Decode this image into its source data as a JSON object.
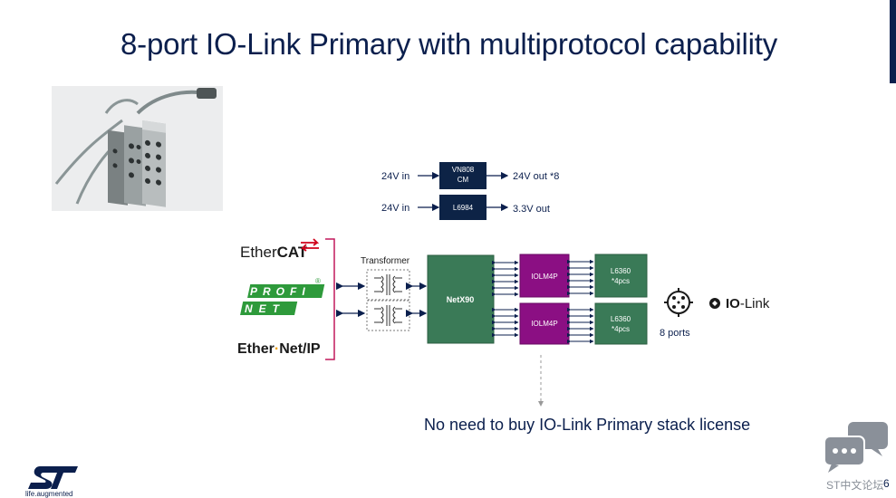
{
  "title": "8-port IO-Link Primary with multiprotocol capability",
  "power": {
    "row1": {
      "input": "24V in",
      "chip": [
        "VN808",
        "CM"
      ],
      "output": "24V out *8"
    },
    "row2": {
      "input": "24V in",
      "chip": "L6984",
      "output": "3.3V out"
    }
  },
  "protocols": {
    "ethercat": {
      "prefix": "Ether",
      "bold": "CAT"
    },
    "profinet": {
      "line1": "PROFI",
      "line2": "NET",
      "mark": "®"
    },
    "ethernetip": {
      "text1": "Ether",
      "text2": "Net/IP"
    }
  },
  "transformer_label": "Transformer",
  "main_chip": "NetX90",
  "iolm_chips": [
    "IOLM4P",
    "IOLM4P"
  ],
  "driver_chips": [
    {
      "name": "L6360",
      "qty": "*4pcs"
    },
    {
      "name": "L6360",
      "qty": "*4pcs"
    }
  ],
  "ports_label": "8 ports",
  "iolink": {
    "prefix": "IO",
    "suffix": "-Link"
  },
  "footnote": "No need to buy IO-Link Primary stack license",
  "footer": {
    "tagline": "life.augmented",
    "forum": "ST中文论坛",
    "page": "6"
  },
  "colors": {
    "navy": "#0b1f4d",
    "green": "#3a7a57",
    "purple": "#8b0f83",
    "magenta": "#c2185b",
    "gray": "#888888"
  }
}
